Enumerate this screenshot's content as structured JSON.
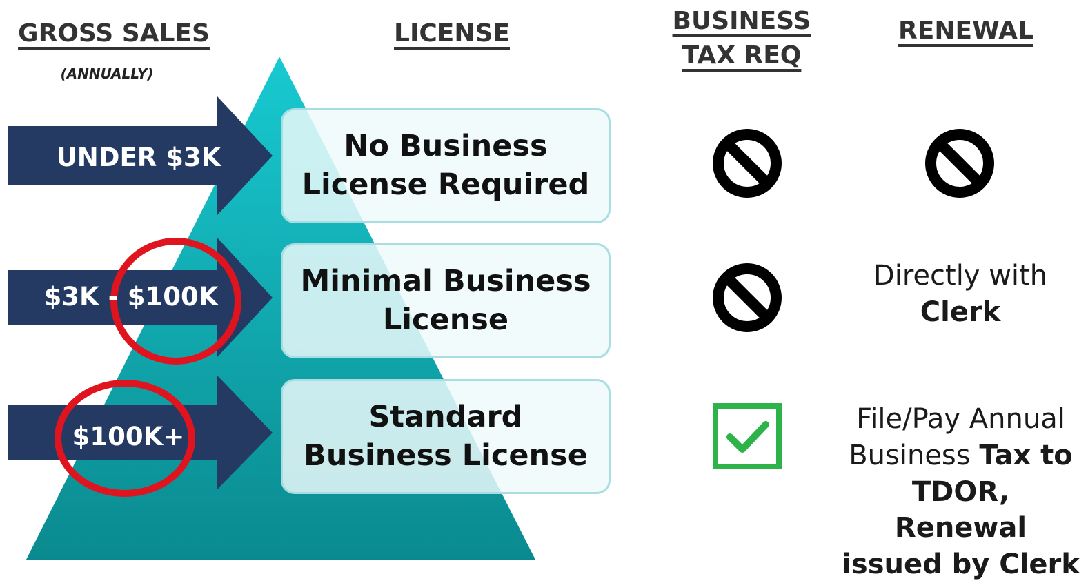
{
  "headers": {
    "gross_sales": "GROSS SALES",
    "annually": "(ANNUALLY)",
    "license": "LICENSE",
    "business_tax_line1": "BUSINESS",
    "business_tax_line2": "TAX REQ",
    "renewal": "RENEWAL"
  },
  "tiers": [
    {
      "sales": "UNDER $3K",
      "license_line1": "No Business",
      "license_line2": "License Required",
      "tax_icon": "prohibited-icon",
      "renewal_icon": "prohibited-icon"
    },
    {
      "sales": "$3K - $100K",
      "license_line1": "Minimal Business",
      "license_line2": "License",
      "tax_icon": "prohibited-icon",
      "renewal_line1": "Directly with",
      "renewal_line2": "Clerk"
    },
    {
      "sales": "$100K+",
      "license_line1": "Standard",
      "license_line2": "Business License",
      "tax_icon": "checkmark-icon",
      "renewal_line1_normal": "File/Pay Annual",
      "renewal_line2_normal": "Business ",
      "renewal_line2_bold": "Tax to",
      "renewal_line3": "TDOR,",
      "renewal_line4": "Renewal",
      "renewal_line5": "issued by Clerk"
    }
  ],
  "colors": {
    "arrow": "#253a63",
    "pyramid_top": "#16c6cd",
    "pyramid_bottom": "#0a8c91",
    "highlight_circle": "#e0141e",
    "check": "#2db34a"
  }
}
